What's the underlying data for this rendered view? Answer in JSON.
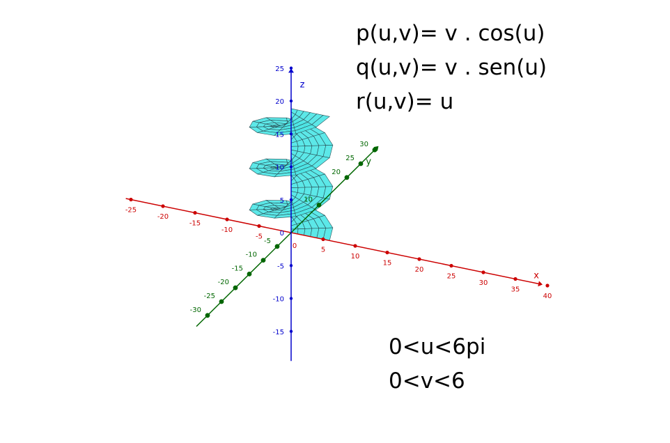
{
  "equations": {
    "p": "p(u,v)= v . cos(u)",
    "q": "q(u,v)= v . sen(u)",
    "r": "r(u,v)= u"
  },
  "ranges": {
    "u": "0<u<6pi",
    "v": "0<v<6"
  },
  "axes": {
    "x": {
      "name": "x",
      "color": "#cc0000",
      "ticks": [
        "-25",
        "-20",
        "-15",
        "-10",
        "-5",
        "0",
        "5",
        "10",
        "15",
        "20",
        "25",
        "30",
        "35",
        "40"
      ]
    },
    "y": {
      "name": "y",
      "color": "#006600",
      "ticks": [
        "-30",
        "-25",
        "-20",
        "-15",
        "-10",
        "-5",
        "10",
        "20",
        "25",
        "30"
      ]
    },
    "z": {
      "name": "z",
      "color": "#0000cc",
      "ticks": [
        "-15",
        "-10",
        "-5",
        "0",
        "5",
        "10",
        "15",
        "20",
        "25"
      ]
    }
  },
  "surface_color": "#4ee6e6"
}
